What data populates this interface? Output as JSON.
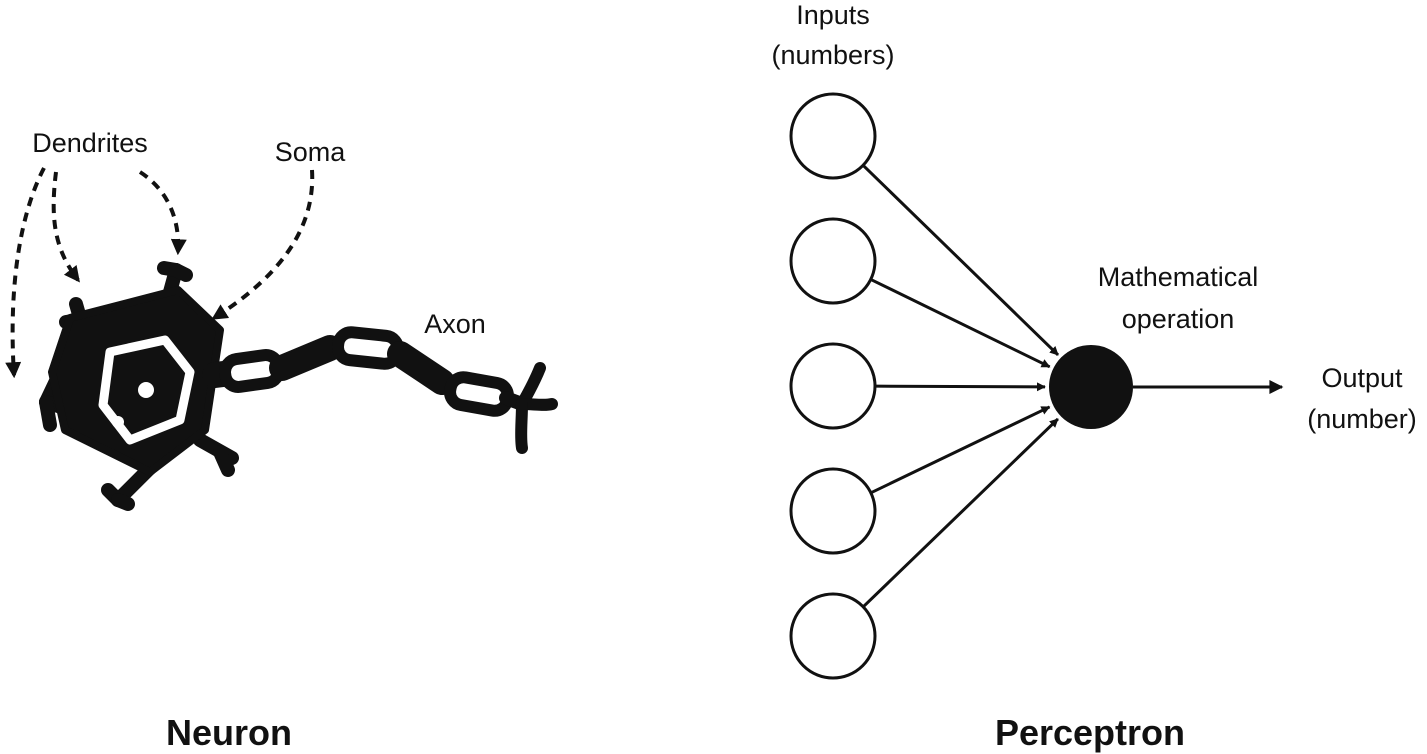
{
  "neuron": {
    "label_dendrites": "Dendrites",
    "label_soma": "Soma",
    "label_axon": "Axon",
    "title": "Neuron"
  },
  "perceptron": {
    "label_inputs_line1": "Inputs",
    "label_inputs_line2": "(numbers)",
    "label_operation_line1": "Mathematical",
    "label_operation_line2": "operation",
    "label_output_line1": "Output",
    "label_output_line2": "(number)",
    "title": "Perceptron",
    "input_count": 5
  },
  "colors": {
    "ink": "#111111",
    "background": "#ffffff"
  }
}
